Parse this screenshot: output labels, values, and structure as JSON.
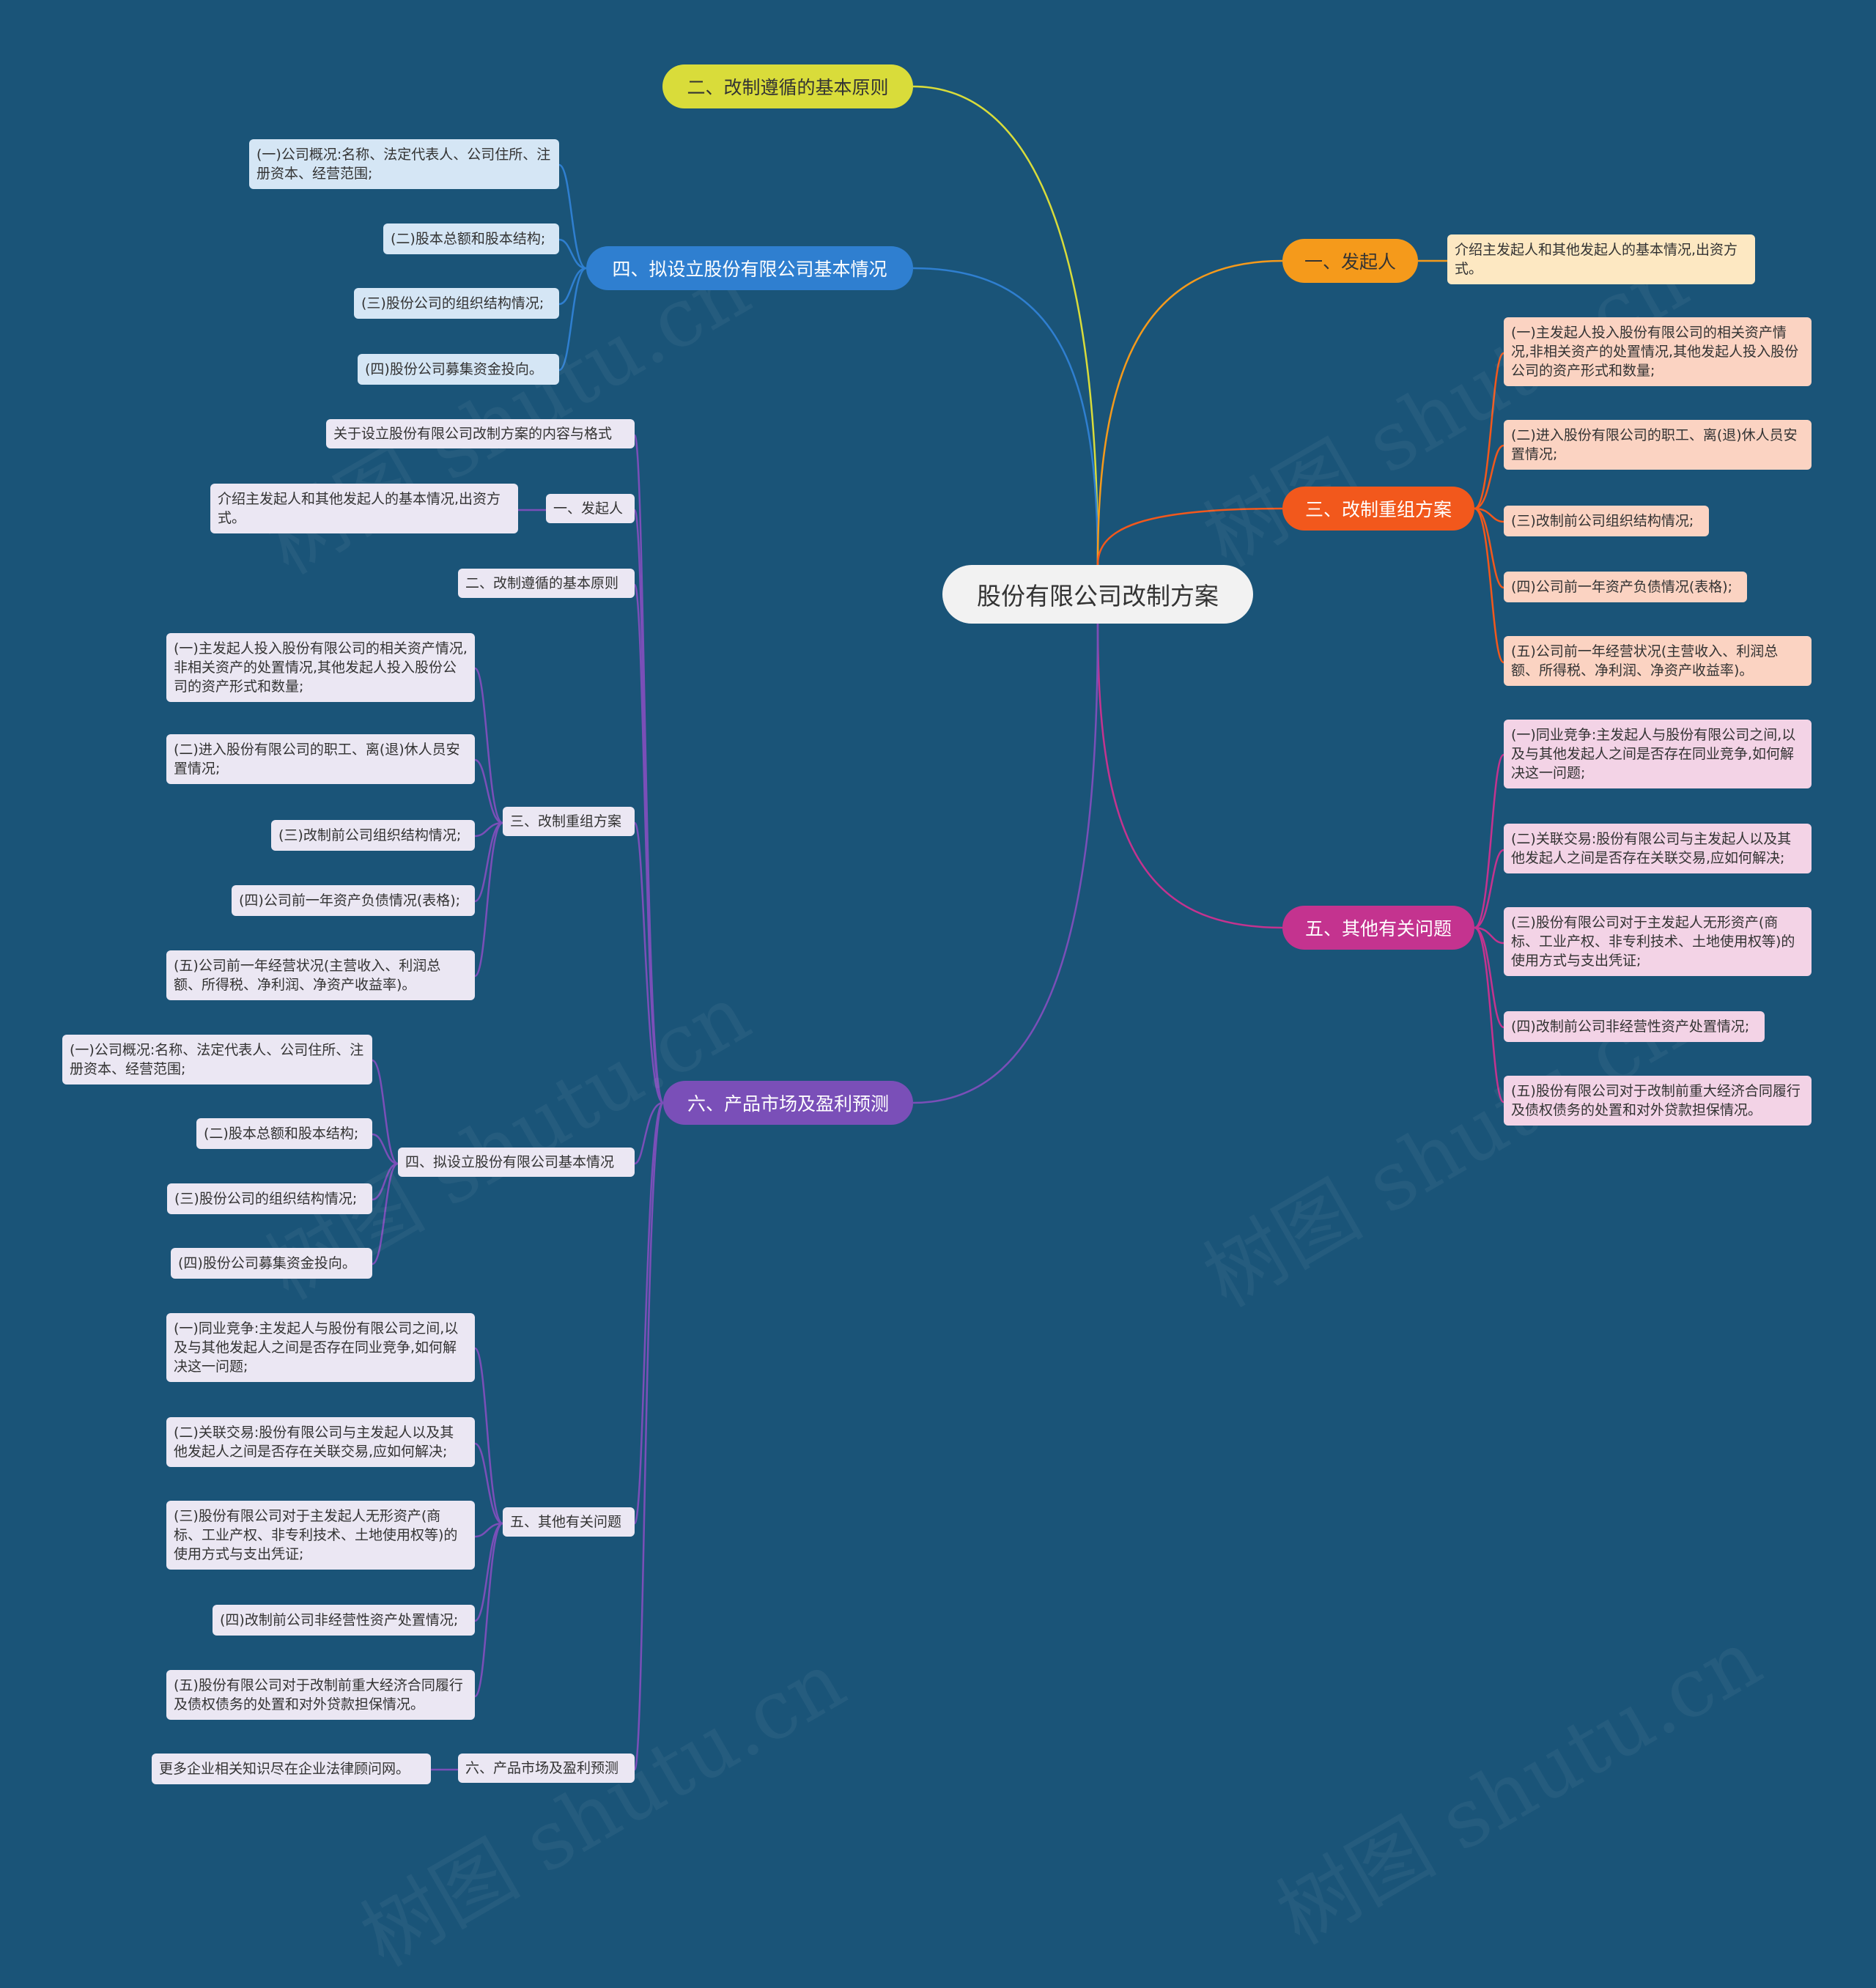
{
  "root": "股份有限公司改制方案",
  "colors": {
    "background": "#1a5478",
    "branch_yellow": "#d9dc3a",
    "branch_blue": "#2f7fd0",
    "branch_orange": "#f59a1b",
    "branch_red": "#f2581c",
    "branch_magenta": "#c4338f",
    "branch_purple": "#7a4fb8"
  },
  "branches": {
    "b2": "二、改制遵循的基本原则",
    "b4": "四、拟设立股份有限公司基本情况",
    "b1": "一、发起人",
    "b3": "三、改制重组方案",
    "b5": "五、其他有关问题",
    "b6": "六、产品市场及盈利预测"
  },
  "b1_items": [
    "介绍主发起人和其他发起人的基本情况,出资方式。"
  ],
  "b4_items": [
    "(一)公司概况:名称、法定代表人、公司住所、注册资本、经营范围;",
    "(二)股本总额和股本结构;",
    "(三)股份公司的组织结构情况;",
    "(四)股份公司募集资金投向。"
  ],
  "b3_items": [
    "(一)主发起人投入股份有限公司的相关资产情况,非相关资产的处置情况,其他发起人投入股份公司的资产形式和数量;",
    "(二)进入股份有限公司的职工、离(退)休人员安置情况;",
    "(三)改制前公司组织结构情况;",
    "(四)公司前一年资产负债情况(表格);",
    "(五)公司前一年经营状况(主营收入、利润总额、所得税、净利润、净资产收益率)。"
  ],
  "b5_items": [
    "(一)同业竞争:主发起人与股份有限公司之间,以及与其他发起人之间是否存在同业竞争,如何解决这一问题;",
    "(二)关联交易:股份有限公司与主发起人以及其他发起人之间是否存在关联交易,应如何解决;",
    "(三)股份有限公司对于主发起人无形资产(商标、工业产权、非专利技术、土地使用权等)的使用方式与支出凭证;",
    "(四)改制前公司非经营性资产处置情况;",
    "(五)股份有限公司对于改制前重大经济合同履行及债权债务的处置和对外贷款担保情况。"
  ],
  "b6_sub": {
    "title": "关于设立股份有限公司改制方案的内容与格式",
    "s1": {
      "label": "一、发起人",
      "items": [
        "介绍主发起人和其他发起人的基本情况,出资方式。"
      ]
    },
    "s2": {
      "label": "二、改制遵循的基本原则"
    },
    "s3": {
      "label": "三、改制重组方案",
      "items": [
        "(一)主发起人投入股份有限公司的相关资产情况,非相关资产的处置情况,其他发起人投入股份公司的资产形式和数量;",
        "(二)进入股份有限公司的职工、离(退)休人员安置情况;",
        "(三)改制前公司组织结构情况;",
        "(四)公司前一年资产负债情况(表格);",
        "(五)公司前一年经营状况(主营收入、利润总额、所得税、净利润、净资产收益率)。"
      ]
    },
    "s4": {
      "label": "四、拟设立股份有限公司基本情况",
      "items": [
        "(一)公司概况:名称、法定代表人、公司住所、注册资本、经营范围;",
        "(二)股本总额和股本结构;",
        "(三)股份公司的组织结构情况;",
        "(四)股份公司募集资金投向。"
      ]
    },
    "s5": {
      "label": "五、其他有关问题",
      "items": [
        "(一)同业竞争:主发起人与股份有限公司之间,以及与其他发起人之间是否存在同业竞争,如何解决这一问题;",
        "(二)关联交易:股份有限公司与主发起人以及其他发起人之间是否存在关联交易,应如何解决;",
        "(三)股份有限公司对于主发起人无形资产(商标、工业产权、非专利技术、土地使用权等)的使用方式与支出凭证;",
        "(四)改制前公司非经营性资产处置情况;",
        "(五)股份有限公司对于改制前重大经济合同履行及债权债务的处置和对外贷款担保情况。"
      ]
    },
    "s6": {
      "label": "六、产品市场及盈利预测",
      "items": [
        "更多企业相关知识尽在企业法律顾问网。"
      ]
    }
  },
  "watermark": "树图 shutu.cn"
}
